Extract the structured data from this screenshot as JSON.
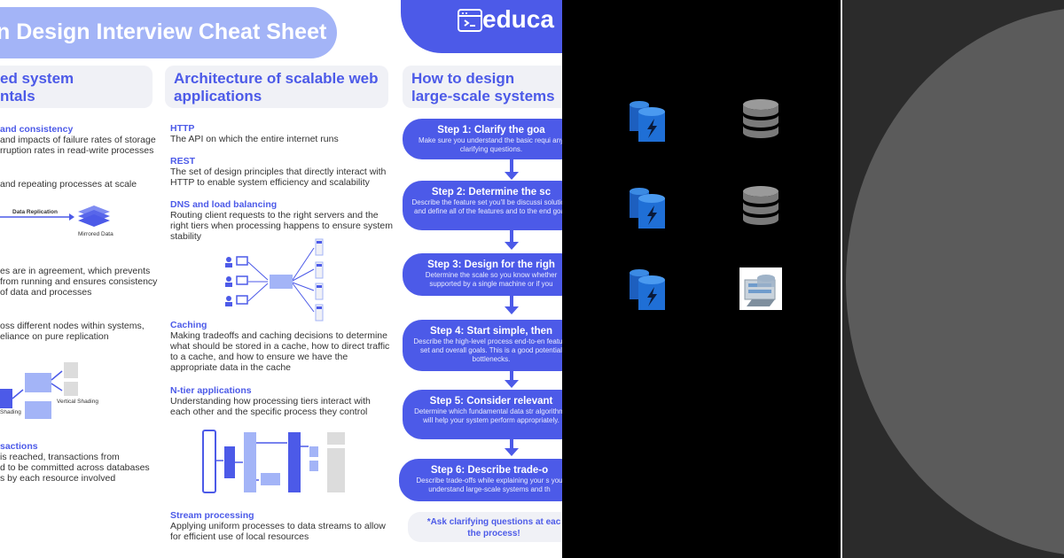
{
  "poster": {
    "title": "n Design Interview Cheat Sheet",
    "brand": "educa",
    "col1": {
      "head_line1": "ed system",
      "head_line2": "ntals",
      "consistency_title": "and consistency",
      "consistency_l1": "and impacts of failure rates of storage",
      "consistency_l2": "rruption rates in read-write processes",
      "replication_text": "and repeating processes at scale",
      "replication_label": "Data Replication",
      "mirrored_label": "Mirrored Data",
      "consensus_l1": "es are in agreement, which prevents",
      "consensus_l2": "from running and ensures consistency",
      "consensus_l3": "of data and processes",
      "partition_l1": "oss different nodes within systems,",
      "partition_l2": "eliance on pure replication",
      "shading_left": "Shading",
      "shading_right": "Vertical Shading",
      "transactions_title": "sactions",
      "transactions_l1": "is reached, transactions from",
      "transactions_l2": "d to be committed across databases",
      "transactions_l3": "s by each resource involved"
    },
    "col2": {
      "head_line1": "Architecture of scalable web",
      "head_line2": "applications",
      "http_title": "HTTP",
      "http_text": "The API on which the entire internet runs",
      "rest_title": "REST",
      "rest_l1": "The set of design principles that directly interact with",
      "rest_l2": "HTTP to enable system efficiency and scalability",
      "dns_title": "DNS and load balancing",
      "dns_l1": "Routing client requests to the right servers and the",
      "dns_l2": "right tiers when processing happens to ensure system",
      "dns_l3": "stability",
      "caching_title": "Caching",
      "caching_l1": "Making tradeoffs and caching decisions to determine",
      "caching_l2": "what should be stored in a cache, how to direct traffic",
      "caching_l3": "to a cache, and how to ensure we have the",
      "caching_l4": "appropriate data in the cache",
      "ntier_title": "N-tier applications",
      "ntier_l1": "Understanding how processing tiers interact with",
      "ntier_l2": "each other and the specific process they control",
      "stream_title": "Stream processing",
      "stream_l1": "Applying uniform processes to data streams to allow",
      "stream_l2": "for efficient use of local resources"
    },
    "col3": {
      "head_line1": "How to design",
      "head_line2": "large-scale systems",
      "steps": [
        {
          "title": "Step 1: Clarify the goa",
          "desc": "Make sure you understand the basic requi any clarifying questions."
        },
        {
          "title": "Step 2: Determine the sc",
          "desc": "Describe the feature set you'll be discussi solution, and define all of the features and to the end goal."
        },
        {
          "title": "Step 3: Design for the righ",
          "desc": "Determine the scale so you know whether supported by a single machine or if you"
        },
        {
          "title": "Step 4: Start simple, then",
          "desc": "Describe the high-level process end-to-en feature set and overall goals. This is a good potential bottlenecks."
        },
        {
          "title": "Step 5: Consider relevant",
          "desc": "Determine which fundamental data str algorithms will help your system perform appropriately."
        },
        {
          "title": "Step 6: Describe trade-o",
          "desc": "Describe trade-offs while explaining your s you understand large-scale systems and th"
        }
      ],
      "ask_l1": "*Ask clarifying questions at eac",
      "ask_l2": "the process!"
    }
  },
  "icons": [
    "database-bolt-icon",
    "database-stack-icon",
    "database-bolt-icon",
    "database-stack-icon",
    "database-bolt-icon",
    "server-install-icon"
  ],
  "colors": {
    "accent": "#4c5ae8",
    "title_pill": "#a3b4f7",
    "panel_black": "#000000",
    "panel_gray": "#5b5b5b"
  }
}
